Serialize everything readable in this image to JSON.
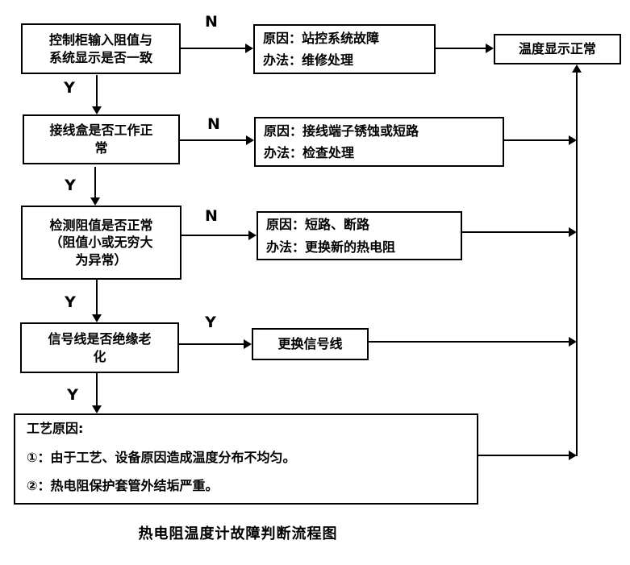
{
  "diagram": {
    "caption": "热电阻温度计故障判断流程图",
    "edge_labels": {
      "yes": "Y",
      "no": "N"
    },
    "decisions": [
      {
        "text": "控制柜输入阻值与\n系统显示是否一致"
      },
      {
        "text": "接线盒是否工作正\n常"
      },
      {
        "text": "检测阻值是否正常\n（阻值小或无穷大\n为异常）"
      },
      {
        "text": "信号线是否绝缘老\n化"
      }
    ],
    "causes": [
      {
        "cause": "原因：站控系统故障",
        "method": "办法：维修处理"
      },
      {
        "cause": "原因：接线端子锈蚀或短路",
        "method": "办法：检查处理"
      },
      {
        "cause": "原因：短路、断路",
        "method": "办法：更换新的热电阻"
      }
    ],
    "action": "更换信号线",
    "terminal": "温度显示正常",
    "process": {
      "title": "工艺原因:",
      "item1": "①：由于工艺、设备原因造成温度分布不均匀。",
      "item2": "②：热电阻保护套管外结垢严重。"
    }
  }
}
